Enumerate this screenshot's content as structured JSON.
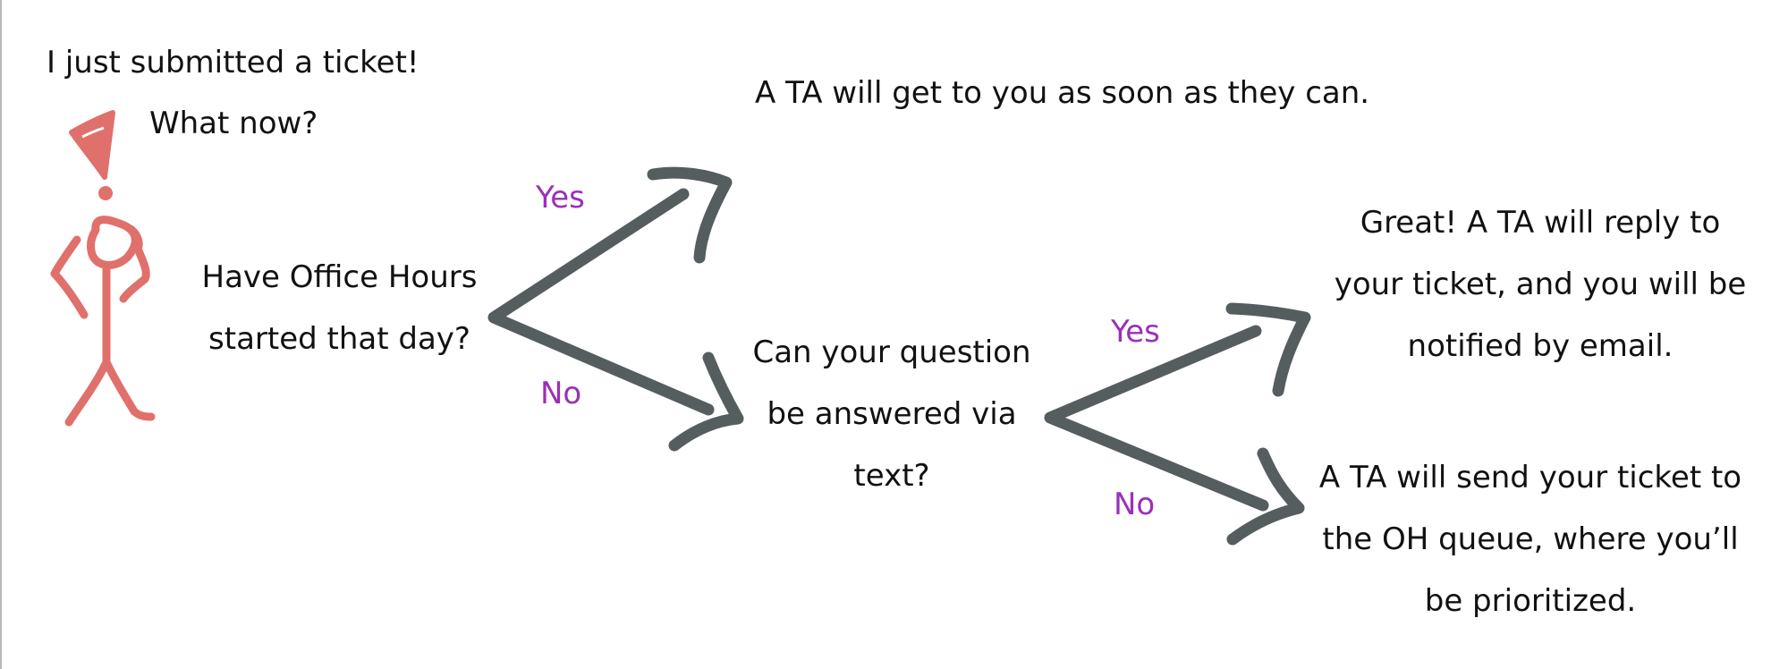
{
  "intro": {
    "line1": "I just submitted a ticket!",
    "line2": "What now?"
  },
  "nodes": {
    "office_hours_question": [
      "Have Office Hours",
      "started that day?"
    ],
    "ta_soon": [
      "A TA will get to you as soon as they can."
    ],
    "text_question": [
      "Can your question",
      "be answered via",
      "text?"
    ],
    "reply_email": [
      "Great! A TA will reply to",
      "your ticket, and you will be",
      "notified by email."
    ],
    "oh_queue": [
      "A TA will send your ticket to",
      "the OH queue, where you’ll",
      "be prioritized."
    ]
  },
  "branches": {
    "yes_1": "Yes",
    "no_1": "No",
    "yes_2": "Yes",
    "no_2": "No"
  },
  "colors": {
    "arrow": "#555d5f",
    "stick_figure": "#e0706b",
    "branch_label": "#9b2fb8",
    "text": "#111111"
  },
  "icons": {
    "figure": "stick-figure-icon",
    "exclamation": "exclamation-icon"
  }
}
